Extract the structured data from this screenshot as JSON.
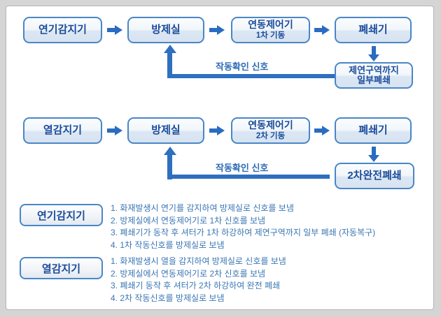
{
  "colors": {
    "accent_blue": "#2a6cc0",
    "box_border": "#4a86c6",
    "box_text": "#1b4c9b",
    "list_text": "#3a76b4",
    "frame_border": "#b5b5b5",
    "outer_bg": "#d5d5d5"
  },
  "flows": [
    {
      "nodes": [
        "연기감지기",
        "방제실",
        "연동제어기",
        "폐쇄기"
      ],
      "controller_sub": "1차 기동",
      "feedback_label": "작동확인 신호",
      "result": [
        "제연구역까지",
        "일부폐쇄"
      ]
    },
    {
      "nodes": [
        "열감지기",
        "방제실",
        "연동제어기",
        "폐쇄기"
      ],
      "controller_sub": "2차 기동",
      "feedback_label": "작동확인 신호",
      "result": [
        "2차완전폐쇄"
      ]
    }
  ],
  "legends": [
    {
      "title": "연기감지기",
      "items": [
        "1. 화재발생시 연기를 감지하여 방제실로 신호를 보냄",
        "2. 방제실에서 연동제어기로 1차 신호를 보냄",
        "3. 폐쇄기가 동작 후 셔터가 1차 하강하여 제연구역까지 일부 폐쇄 (자동복구)",
        "4. 1차 작동신호를 방제실로 보냄"
      ]
    },
    {
      "title": "열감지기",
      "items": [
        "1. 화재발생시 열을 감지하여 방제실로 신호를 보냄",
        "2. 방제실에서 연동제어기로 2차 신호를 보냄",
        "3. 폐쇄기 동작 후 셔터가 2차 하강하여 완전 폐쇄",
        "4. 2차 작동신호를 방제실로 보냄"
      ]
    }
  ]
}
